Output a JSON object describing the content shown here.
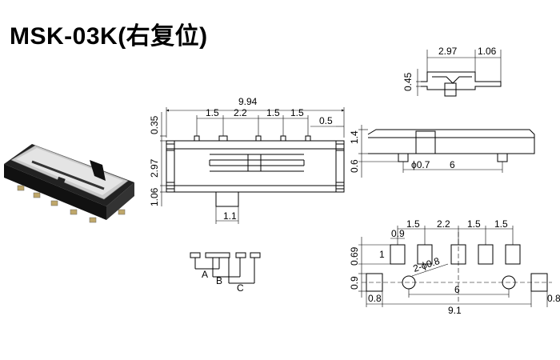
{
  "title": "MSK-03K(右复位)",
  "photo": {
    "caption": ""
  },
  "front_view": {
    "overall_width": "9.94",
    "pitches": [
      "1.5",
      "2.2",
      "1.5",
      "1.5"
    ],
    "tab_width": "0.5",
    "top_offset": "0.35",
    "body_height": "2.97",
    "bottom_offset": "1.06",
    "actuator_width": "1.1"
  },
  "side_view": {
    "top_width": "2.97",
    "top_right": "1.06",
    "left_height": "0.45"
  },
  "top_view": {
    "height": "1.4",
    "pin_height": "0.6",
    "pin_diameter": "ϕ0.7",
    "pin_spacing": "6"
  },
  "schematic": {
    "labels": [
      "A",
      "B",
      "C"
    ]
  },
  "footprint": {
    "pitches": [
      "1.5",
      "2.2",
      "1.5",
      "1.5"
    ],
    "pad_width": "0.9",
    "pad_gap": "0.69",
    "pad_height": "1",
    "side_pad_height": "0.9",
    "hole_label": "2-ϕ0.8",
    "hole_spacing": "6",
    "side_pad_width": "0.8",
    "overall_span": "9.1",
    "right_pad_width": "0.8"
  }
}
